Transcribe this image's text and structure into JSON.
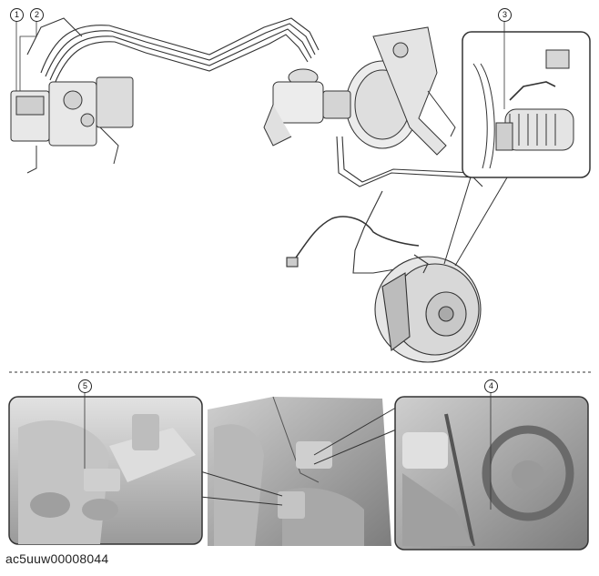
{
  "callouts": {
    "c1": "1",
    "c2": "2",
    "c3": "3",
    "c4": "4",
    "c5": "5"
  },
  "figure_code": "ac5uuw00008044",
  "colors": {
    "line": "#333333",
    "panel_fill": "#d6d6d6",
    "panel_dark": "#8a8a8a",
    "background": "#ffffff"
  }
}
